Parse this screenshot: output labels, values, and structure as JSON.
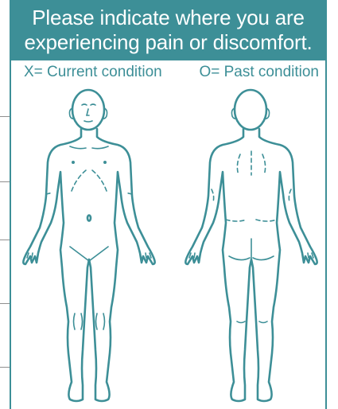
{
  "banner": {
    "line1": "Please indicate where you are",
    "line2": "experiencing pain or discomfort."
  },
  "legend": {
    "current": "X= Current condition",
    "past": "O= Past condition"
  },
  "figures": {
    "front": "front-body-view",
    "back": "back-body-view"
  },
  "colors": {
    "accent": "#3d8f97",
    "background": "#ffffff"
  }
}
